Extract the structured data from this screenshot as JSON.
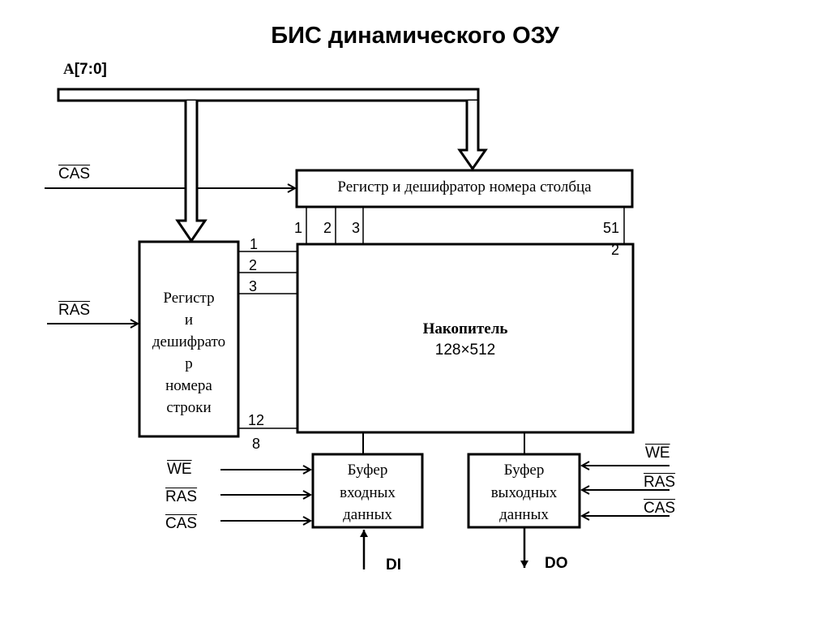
{
  "title": "БИС динамического ОЗУ",
  "address_bus": {
    "label_prefix": "A",
    "label_range": "[7:0]"
  },
  "signals": {
    "cas_top": "CAS",
    "ras_left": "RAS",
    "in_buffer": [
      "WE",
      "RAS",
      "CAS"
    ],
    "out_buffer": [
      "WE",
      "RAS",
      "CAS"
    ],
    "data_in": "DI",
    "data_out": "DO"
  },
  "column_decoder": {
    "label": "Регистр и дешифратор номера столбца",
    "outputs": [
      "1",
      "2",
      "3",
      "51",
      "2"
    ]
  },
  "row_decoder": {
    "lines": [
      "Регистр",
      "и",
      "дешифрато",
      "р",
      "номера",
      "строки"
    ],
    "outputs": [
      "1",
      "2",
      "3",
      "12",
      "8"
    ]
  },
  "storage": {
    "label": "Накопитель",
    "size": "128×512"
  },
  "input_buffer": {
    "lines": [
      "Буфер",
      "входных",
      "данных"
    ]
  },
  "output_buffer": {
    "lines": [
      "Буфер",
      "выходных",
      "данных"
    ]
  }
}
